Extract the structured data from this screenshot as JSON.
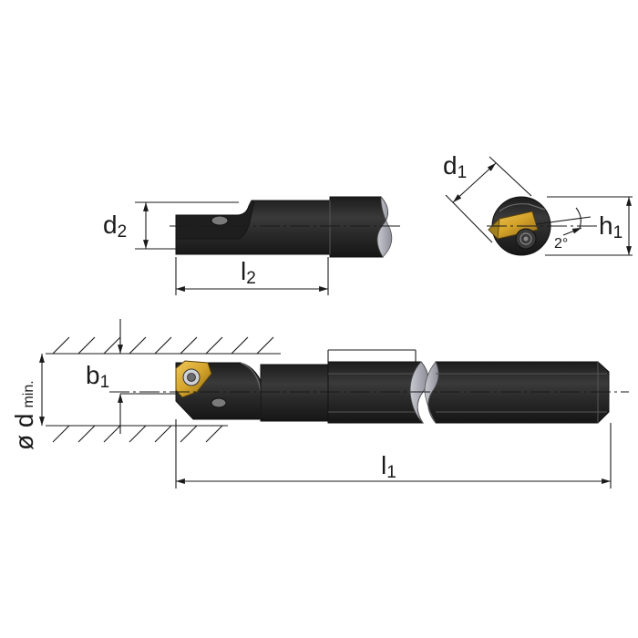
{
  "labels": {
    "d2_main": "d",
    "d2_sub": "2",
    "l2_main": "l",
    "l2_sub": "2",
    "d1_main": "d",
    "d1_sub": "1",
    "h1_main": "h",
    "h1_sub": "1",
    "angle": "2°",
    "b1_main": "b",
    "b1_sub": "1",
    "dmin_main": "ø d",
    "dmin_sub": "min.",
    "l1_main": "l",
    "l1_sub": "1"
  },
  "colors": {
    "body": "#2b2b2b",
    "body_dark": "#1a1a1a",
    "highlight": "#8a8a8a",
    "break_gray": "#a9aab2",
    "insert_gold": "#d4a32a",
    "insert_gold_dark": "#8a6514",
    "line": "#1a1a1a"
  }
}
